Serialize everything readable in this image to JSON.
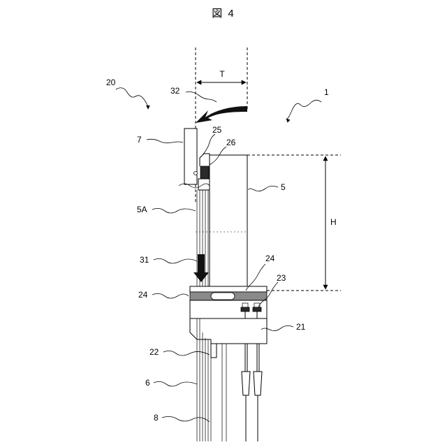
{
  "figure": {
    "title": "図 4",
    "dimensions": {
      "width_label": "T",
      "height_label": "H"
    },
    "labels": {
      "assembly_20": "20",
      "assembly_1": "1",
      "l32": "32",
      "l7": "7",
      "l25": "25",
      "l26": "26",
      "l5": "5",
      "l5A": "5A",
      "l31": "31",
      "l24_right": "24",
      "l24_left": "24",
      "l23": "23",
      "l21": "21",
      "l22": "22",
      "l6": "6",
      "l8": "8"
    }
  }
}
